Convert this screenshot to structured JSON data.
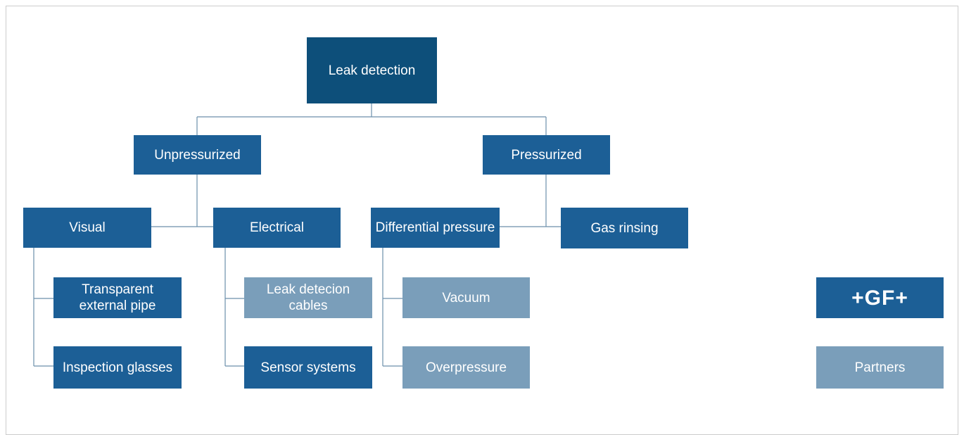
{
  "colors": {
    "dark_node": "#1c5f96",
    "root_node": "#0d4f7a",
    "light_node": "#7a9eba",
    "connector": "#6c8fab"
  },
  "tree": {
    "root": "Leak detection",
    "unpressurized": {
      "label": "Unpressurized",
      "visual": {
        "label": "Visual",
        "children": [
          "Transparent external pipe",
          "Inspection glasses"
        ]
      },
      "electrical": {
        "label": "Electrical",
        "children": [
          "Leak detecion cables",
          "Sensor systems"
        ]
      }
    },
    "pressurized": {
      "label": "Pressurized",
      "differential": {
        "label": "Differential pressure",
        "children": [
          "Vacuum",
          "Overpressure"
        ]
      },
      "gas": {
        "label": "Gas rinsing"
      }
    }
  },
  "legend": {
    "gf": "+GF+",
    "partners": "Partners"
  }
}
